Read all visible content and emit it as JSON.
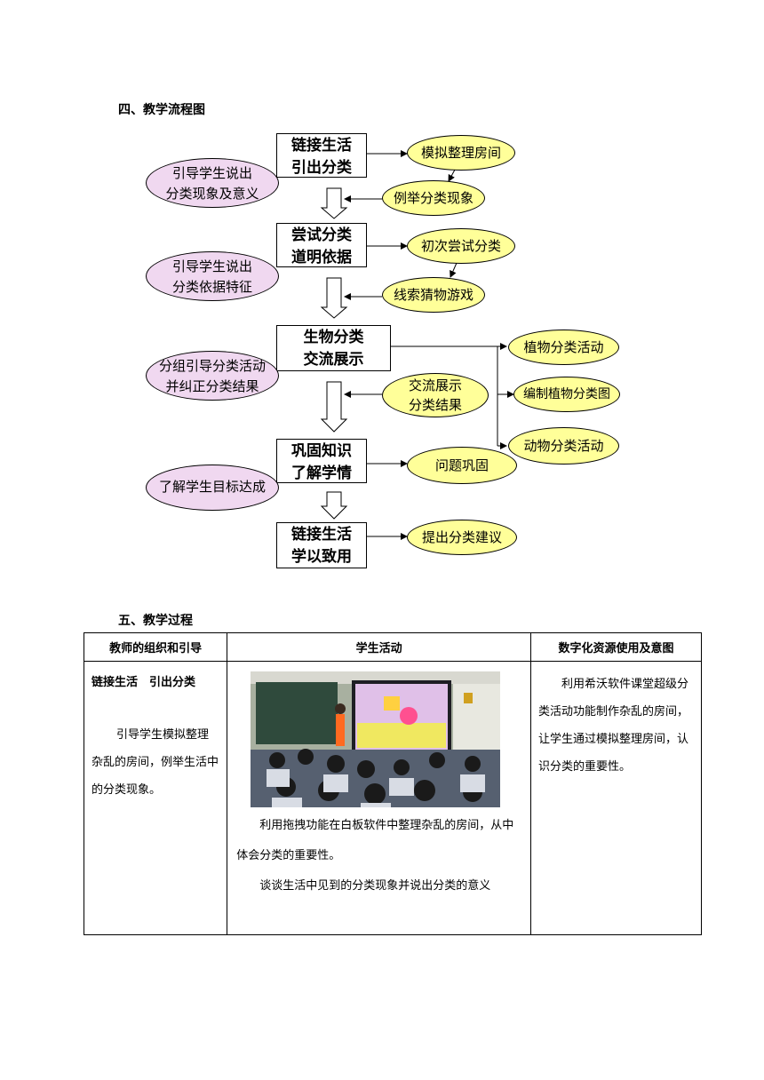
{
  "section4": {
    "heading": "四、教学流程图"
  },
  "flow": {
    "boxes": [
      {
        "line1": "链接生活",
        "line2": "引出分类"
      },
      {
        "line1": "尝试分类",
        "line2": "道明依据"
      },
      {
        "line1": "生物分类",
        "line2": "交流展示"
      },
      {
        "line1": "巩固知识",
        "line2": "了解学情"
      },
      {
        "line1": "链接生活",
        "line2": "学以致用"
      }
    ],
    "teacher_notes": [
      {
        "line1": "引导学生说出",
        "line2": "分类现象及意义"
      },
      {
        "line1": "引导学生说出",
        "line2": "分类依据特征"
      },
      {
        "line1": "分组引导分类活动",
        "line2": "并纠正分类结果"
      },
      {
        "line1": "了解学生目标达成",
        "line2": ""
      }
    ],
    "student_activities": {
      "simulate_room": "模拟整理房间",
      "list_phenomena": "例举分类现象",
      "first_try": "初次尝试分类",
      "clue_game": "线索猜物游戏",
      "plant_activity": "植物分类活动",
      "exchange_results": "交流展示\n分类结果",
      "plant_chart": "编制植物分类图",
      "animal_activity": "动物分类活动",
      "consolidate": "问题巩固",
      "suggestion": "提出分类建议"
    }
  },
  "section5": {
    "heading": "五、教学过程"
  },
  "table": {
    "headers": [
      "教师的组织和引导",
      "学生活动",
      "数字化资源使用及意图"
    ],
    "row1": {
      "teacher_title": "链接生活　引出分类",
      "teacher_body": "引导学生模拟整理杂乱的房间，例举生活中的分类现象。",
      "student_p1": "利用拖拽功能在白板软件中整理杂乱的房间，从中体会分类的重要性。",
      "student_p2": "谈谈生活中见到的分类现象并说出分类的意义",
      "resource": "利用希沃软件课堂超级分类活动功能制作杂乱的房间，让学生通过模拟整理房间，认识分类的重要性。"
    }
  }
}
